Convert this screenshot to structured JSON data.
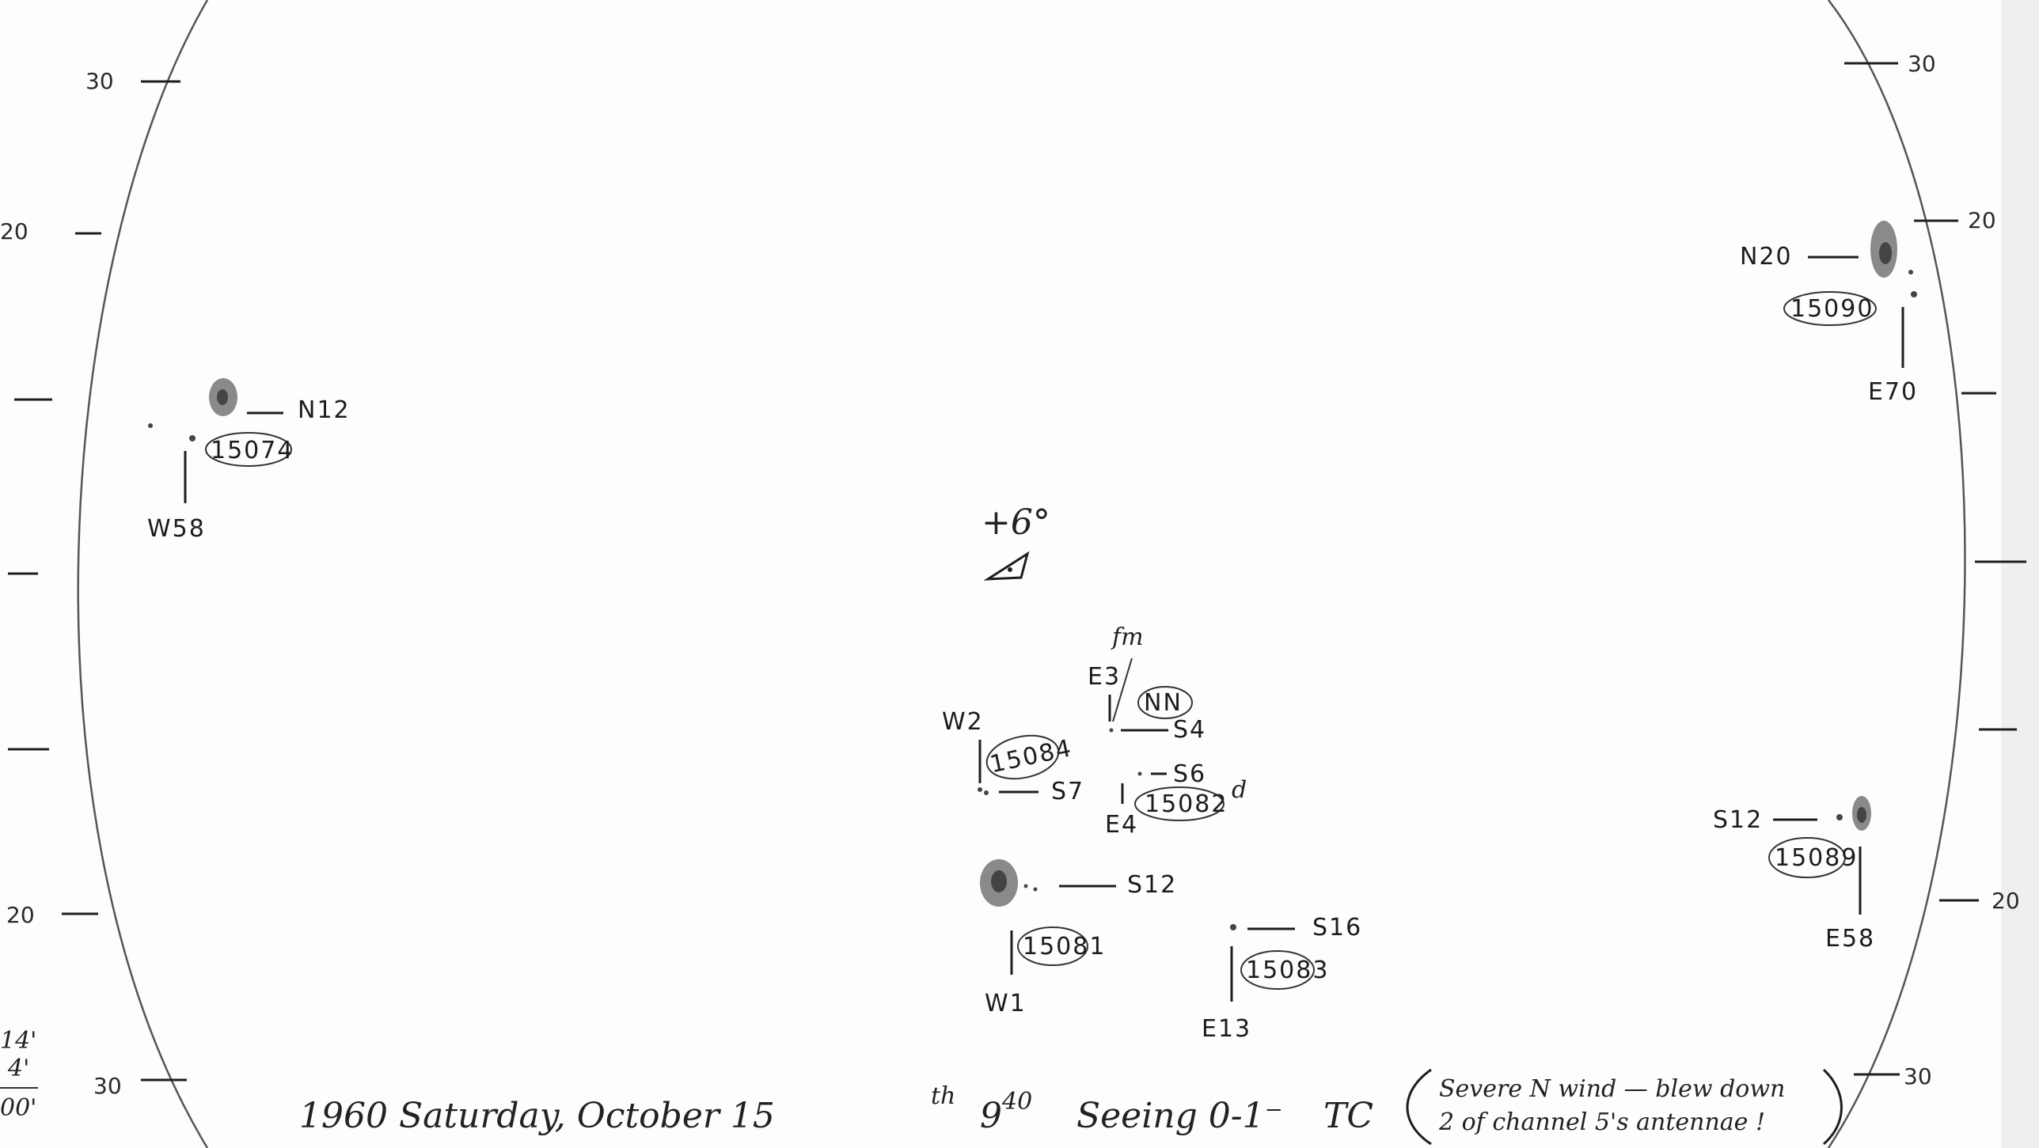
{
  "scale_labels": {
    "left_top": "30",
    "left_upper": "20",
    "left_lower": "20",
    "left_bottom": "30",
    "right_top": "30",
    "right_upper": "20",
    "right_lower": "20",
    "right_bottom": "30"
  },
  "margin_notes": {
    "note1": "14'",
    "note2": "4'",
    "note3": "00'"
  },
  "center_mark": {
    "label": "+6°"
  },
  "regions": [
    {
      "id": "15074",
      "position_label": "N12",
      "longitude_label": "W58"
    },
    {
      "id": "15090",
      "position_label": "N20",
      "longitude_label": "E70"
    },
    {
      "id": "NN",
      "position_label": "S4",
      "longitude_label": "E3",
      "note": "fm"
    },
    {
      "id": "15084",
      "position_label": "S7",
      "longitude_label": "W2"
    },
    {
      "id": "15082",
      "position_label": "S6",
      "longitude_label": "E4",
      "note": "d"
    },
    {
      "id": "15081",
      "position_label": "S12",
      "longitude_label": "W1"
    },
    {
      "id": "15083",
      "position_label": "S16",
      "longitude_label": "E13"
    },
    {
      "id": "15089",
      "position_label": "S12",
      "longitude_label": "E58"
    }
  ],
  "footer": {
    "date_line": "1960 Saturday, October 15",
    "date_suffix": "th",
    "time": "9",
    "time_suffix": "40",
    "seeing": "Seeing 0-1⁻",
    "observer": "TC",
    "remark_line1": "Severe N wind — blew down",
    "remark_line2": "2 of channel 5's antennae !"
  },
  "colors": {
    "paper": "#fdfdfc",
    "ink": "#1e1e1e",
    "pencil": "#8a8a8a"
  }
}
